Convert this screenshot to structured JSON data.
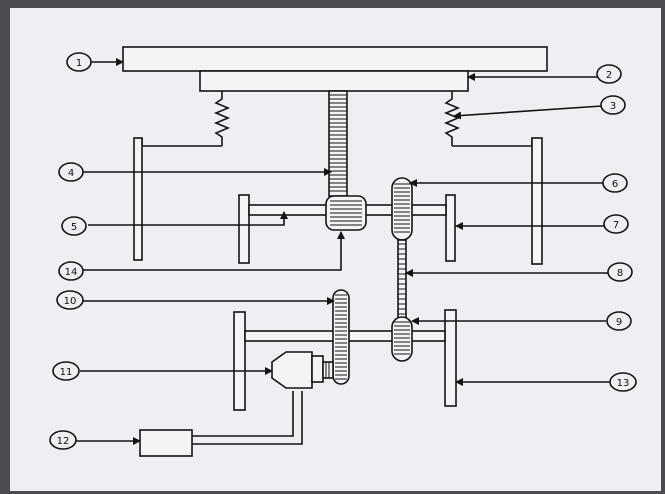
{
  "labels": {
    "l1": "1",
    "l2": "2",
    "l3": "3",
    "l4": "4",
    "l5": "5",
    "l6": "6",
    "l7": "7",
    "l8": "8",
    "l9": "9",
    "l10": "10",
    "l11": "11",
    "l12": "12",
    "l13": "13",
    "l14": "14"
  },
  "colors": {
    "paper": "#eeeff2",
    "ink": "#141414",
    "surround": "#4a4c52"
  }
}
